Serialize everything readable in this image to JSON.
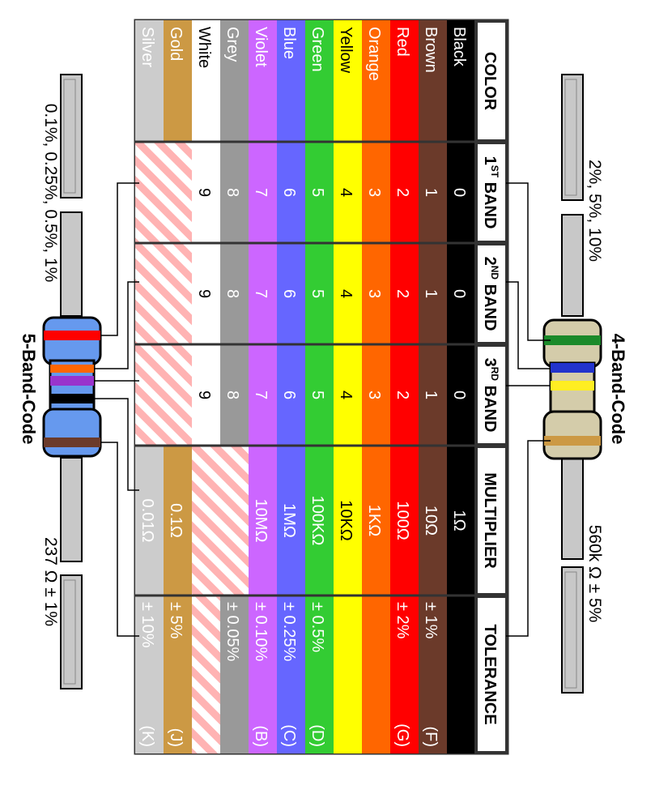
{
  "columns": {
    "color": "COLOR",
    "band1": {
      "ordinal": "1",
      "sup": "ST",
      "word": " BAND"
    },
    "band2": {
      "ordinal": "2",
      "sup": "ND",
      "word": " BAND"
    },
    "band3": {
      "ordinal": "3",
      "sup": "RD",
      "word": " BAND"
    },
    "multiplier": "MULTIPLIER",
    "tolerance": "TOLERANCE"
  },
  "rows": [
    {
      "name": "Black",
      "hex": "#000000",
      "fg": "#ffffff",
      "band1": "0",
      "band2": "0",
      "band3": "0",
      "multiplier": "1Ω",
      "tol": "",
      "tol_code": "",
      "tol_note": ""
    },
    {
      "name": "Brown",
      "hex": "#6b3a2a",
      "fg": "#ffffff",
      "band1": "1",
      "band2": "1",
      "band3": "1",
      "multiplier": "10Ω",
      "tol": "± 1%",
      "tol_code": "(F)",
      "tol_note": ""
    },
    {
      "name": "Red",
      "hex": "#ff0000",
      "fg": "#ffffff",
      "band1": "2",
      "band2": "2",
      "band3": "2",
      "multiplier": "100Ω",
      "tol": "± 2%",
      "tol_code": "(G)",
      "tol_note": ""
    },
    {
      "name": "Orange",
      "hex": "#ff6600",
      "fg": "#ffffff",
      "band1": "3",
      "band2": "3",
      "band3": "3",
      "multiplier": "1KΩ",
      "tol": "",
      "tol_code": "",
      "tol_note": ""
    },
    {
      "name": "Yellow",
      "hex": "#ffff00",
      "fg": "#000000",
      "band1": "4",
      "band2": "4",
      "band3": "4",
      "multiplier": "10KΩ",
      "tol": "",
      "tol_code": "",
      "tol_note": ""
    },
    {
      "name": "Green",
      "hex": "#33cc33",
      "fg": "#ffffff",
      "band1": "5",
      "band2": "5",
      "band3": "5",
      "multiplier": "100KΩ",
      "tol": "± 0.5%",
      "tol_code": "(D)",
      "tol_note": ""
    },
    {
      "name": "Blue",
      "hex": "#6666ff",
      "fg": "#ffffff",
      "band1": "6",
      "band2": "6",
      "band3": "6",
      "multiplier": "1MΩ",
      "tol": "± 0.25%",
      "tol_code": "(C)",
      "tol_note": ""
    },
    {
      "name": "Violet",
      "hex": "#cc66ff",
      "fg": "#ffffff",
      "band1": "7",
      "band2": "7",
      "band3": "7",
      "multiplier": "10MΩ",
      "tol": "± 0.10%",
      "tol_code": "(B)",
      "tol_note": ""
    },
    {
      "name": "Grey",
      "hex": "#999999",
      "fg": "#ffffff",
      "band1": "8",
      "band2": "8",
      "band3": "8",
      "multiplier": "",
      "tol": "± 0.05%",
      "tol_code": "",
      "tol_note": ""
    },
    {
      "name": "White",
      "hex": "#ffffff",
      "fg": "#000000",
      "band1": "9",
      "band2": "9",
      "band3": "9",
      "multiplier": "",
      "tol": "",
      "tol_code": "",
      "tol_note": ""
    },
    {
      "name": "Gold",
      "hex": "#cc9944",
      "fg": "#ffffff",
      "band1": "",
      "band2": "",
      "band3": "",
      "multiplier": "0.1Ω",
      "tol": "± 5%",
      "tol_code": "(J)",
      "tol_note": ""
    },
    {
      "name": "Silver",
      "hex": "#cccccc",
      "fg": "#ffffff",
      "band1": "",
      "band2": "",
      "band3": "",
      "multiplier": "0.01Ω",
      "tol": "± 10%",
      "tol_code": "(K)",
      "tol_note": ""
    }
  ],
  "n_a_cells": {
    "band1": [
      "Gold",
      "Silver"
    ],
    "band2": [
      "Gold",
      "Silver"
    ],
    "band3": [
      "Gold",
      "Silver"
    ],
    "multiplier": [
      "Grey",
      "White"
    ],
    "tolerance": [
      "White"
    ]
  },
  "resistor4": {
    "title": "4-Band-Code",
    "tolerance_range": "2%, 5%, 10%",
    "value": "560k Ω  ± 5%",
    "body_color": "#d4ccaa",
    "bands": [
      "Green",
      "Blue",
      "Yellow",
      "Gold"
    ]
  },
  "resistor5": {
    "title": "5-Band-Code",
    "tolerance_range": "0.1%, 0.25%, 0.5%, 1%",
    "value": "237 Ω  ± 1%",
    "body_color": "#6699ee",
    "bands": [
      "Red",
      "Orange",
      "Violet",
      "Black",
      "Brown"
    ]
  },
  "colors": {
    "hatch_pink": "#ffb3b3",
    "lead_grey": "#c8c8c8",
    "border": "#333333"
  }
}
